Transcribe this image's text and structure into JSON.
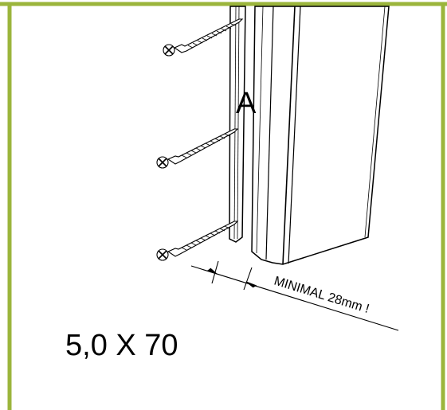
{
  "diagram": {
    "panel_label": "A",
    "gap_note": "MINIMAL 28mm !",
    "screw_spec": "5,0 X 70",
    "screw_count": 3
  },
  "colors": {
    "frame_border": "#9bb53c",
    "line": "#000000",
    "background": "#ffffff"
  }
}
